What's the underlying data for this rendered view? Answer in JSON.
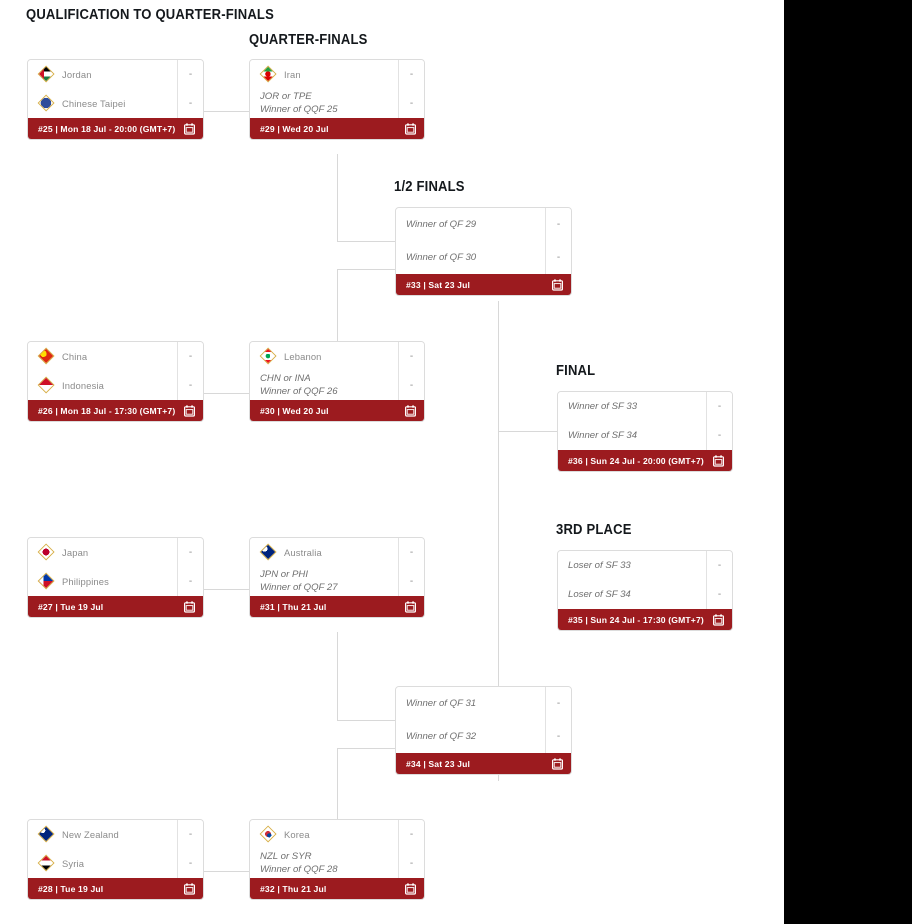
{
  "page": {
    "background": "#ffffff",
    "outside_background": "#000000",
    "accent": "#9c1b1f",
    "flag_border": "#d8b04a",
    "connector_color": "#d8d8d8"
  },
  "round_titles": {
    "qualification": "QUALIFICATION TO QUARTER-FINALS",
    "quarter_finals": "QUARTER-FINALS",
    "semi_finals": "1/2 FINALS",
    "final": "FINAL",
    "third_place": "3RD PLACE"
  },
  "score_placeholder": "-",
  "icons": {
    "calendar": "calendar-icon"
  },
  "matches": {
    "qqf25": {
      "id": "#25",
      "date": "Mon 18 Jul - 20:00 (GMT+7)",
      "footer": "#25 | Mon 18 Jul - 20:00 (GMT+7)",
      "home": "Jordan",
      "away": "Chinese Taipei",
      "home_score": "-",
      "away_score": "-"
    },
    "qqf26": {
      "id": "#26",
      "date": "Mon 18 Jul - 17:30 (GMT+7)",
      "footer": "#26 | Mon 18 Jul - 17:30 (GMT+7)",
      "home": "China",
      "away": "Indonesia",
      "home_score": "-",
      "away_score": "-"
    },
    "qqf27": {
      "id": "#27",
      "date": "Tue 19 Jul",
      "footer": "#27 | Tue 19 Jul",
      "home": "Japan",
      "away": "Philippines",
      "home_score": "-",
      "away_score": "-"
    },
    "qqf28": {
      "id": "#28",
      "date": "Tue 19 Jul",
      "footer": "#28 | Tue 19 Jul",
      "home": "New Zealand",
      "away": "Syria",
      "home_score": "-",
      "away_score": "-"
    },
    "qf29": {
      "id": "#29",
      "date": "Wed 20 Jul",
      "footer": "#29 | Wed 20 Jul",
      "home": "Iran",
      "away_line1": "JOR or TPE",
      "away_line2": "Winner of QQF 25",
      "home_score": "-",
      "away_score": "-"
    },
    "qf30": {
      "id": "#30",
      "date": "Wed 20 Jul",
      "footer": "#30 | Wed 20 Jul",
      "home": "Lebanon",
      "away_line1": "CHN or INA",
      "away_line2": "Winner of QQF 26",
      "home_score": "-",
      "away_score": "-"
    },
    "qf31": {
      "id": "#31",
      "date": "Thu 21 Jul",
      "footer": "#31 | Thu 21 Jul",
      "home": "Australia",
      "away_line1": "JPN or PHI",
      "away_line2": "Winner of QQF 27",
      "home_score": "-",
      "away_score": "-"
    },
    "qf32": {
      "id": "#32",
      "date": "Thu 21 Jul",
      "footer": "#32 | Thu 21 Jul",
      "home": "Korea",
      "away_line1": "NZL or SYR",
      "away_line2": "Winner of QQF 28",
      "home_score": "-",
      "away_score": "-"
    },
    "sf33": {
      "id": "#33",
      "date": "Sat 23 Jul",
      "footer": "#33 | Sat 23 Jul",
      "home": "Winner of QF 29",
      "away": "Winner of QF 30",
      "home_score": "-",
      "away_score": "-"
    },
    "sf34": {
      "id": "#34",
      "date": "Sat 23 Jul",
      "footer": "#34 | Sat 23 Jul",
      "home": "Winner of QF 31",
      "away": "Winner of QF 32",
      "home_score": "-",
      "away_score": "-"
    },
    "final36": {
      "id": "#36",
      "date": "Sun 24 Jul - 20:00 (GMT+7)",
      "footer": "#36 | Sun 24 Jul - 20:00 (GMT+7)",
      "home": "Winner of SF 33",
      "away": "Winner of SF 34",
      "home_score": "-",
      "away_score": "-"
    },
    "third35": {
      "id": "#35",
      "date": "Sun 24 Jul - 17:30 (GMT+7)",
      "footer": "#35 | Sun 24 Jul - 17:30 (GMT+7)",
      "home": "Loser of SF 33",
      "away": "Loser of SF 34",
      "home_score": "-",
      "away_score": "-"
    }
  }
}
